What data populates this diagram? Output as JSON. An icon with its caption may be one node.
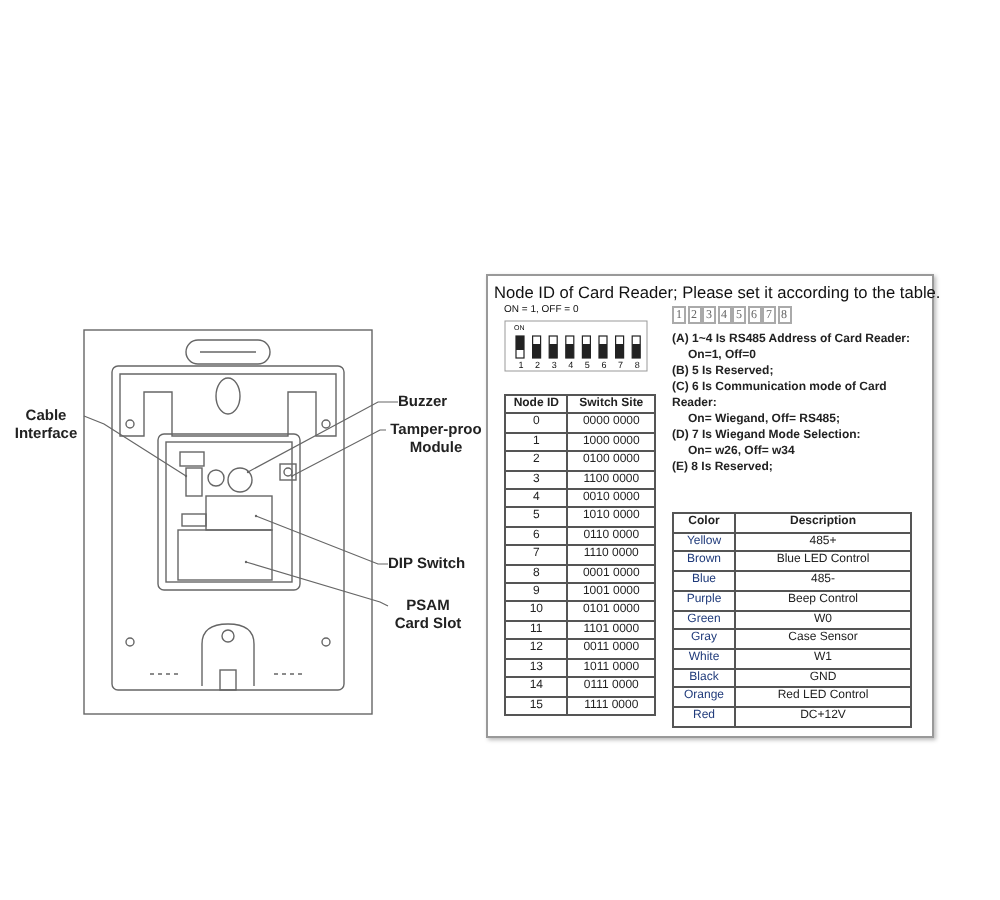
{
  "diagram": {
    "title": "Node ID of Card Reader; Please set it according to the table.",
    "nodes": [
      {
        "text": [
          "Cable Interface"
        ]
      },
      {
        "text": [
          "Buzzer"
        ]
      },
      {
        "text": [
          "Tamper-proo Module"
        ]
      },
      {
        "text": [
          "DIP Switch"
        ]
      },
      {
        "text": [
          "PSAM Card Slot"
        ]
      }
    ],
    "edges": [
      {
        "from": 0,
        "to": null,
        "arrow": "other"
      },
      {
        "from": 1,
        "to": null,
        "arrow": "other"
      },
      {
        "from": 2,
        "to": null,
        "arrow": "other"
      },
      {
        "from": 3,
        "to": null,
        "arrow": "other"
      },
      {
        "from": 4,
        "to": null,
        "arrow": "other"
      }
    ],
    "labels": [
      "ON = 1,  OFF = 0",
      "ON",
      "1",
      "2",
      "3",
      "4",
      "5",
      "6",
      "7",
      "8",
      "1",
      "2",
      "3",
      "4",
      "5",
      "6",
      "7",
      "8",
      "(A) 1~4 Is RS485 Address of Card Reader:",
      "On=1, Off=0",
      "(B) 5 Is Reserved;",
      "(C) 6 Is Communication mode of Card Reader:",
      "On= Wiegand, Off= RS485;",
      "(D) 7 Is Wiegand Mode Selection:",
      "On= w26, Off= w34",
      "(E) 8 Is Reserved;",
      "Node ID",
      "Switch Site",
      "0",
      "0000 0000",
      "1",
      "1000 0000",
      "2",
      "0100 0000",
      "3",
      "1100 0000",
      "4",
      "0010 0000",
      "5",
      "1010 0000",
      "6",
      "0110 0000",
      "7",
      "1110 0000",
      "8",
      "0001 0000",
      "9",
      "1001 0000",
      "10",
      "0101 0000",
      "11",
      "1101 0000",
      "12",
      "0011 0000",
      "13",
      "1011 0000",
      "14",
      "0111 0000",
      "15",
      "1111 0000",
      "Color",
      "Description",
      "Yellow",
      "485+",
      "Brown",
      "Blue LED Control",
      "Blue",
      "485-",
      "Purple",
      "Beep Control",
      "Green",
      "W0",
      "Gray",
      "Case Sensor",
      "White",
      "W1",
      "Black",
      "GND",
      "Orange",
      "Red LED Control",
      "Red",
      "DC+12V"
    ]
  }
}
